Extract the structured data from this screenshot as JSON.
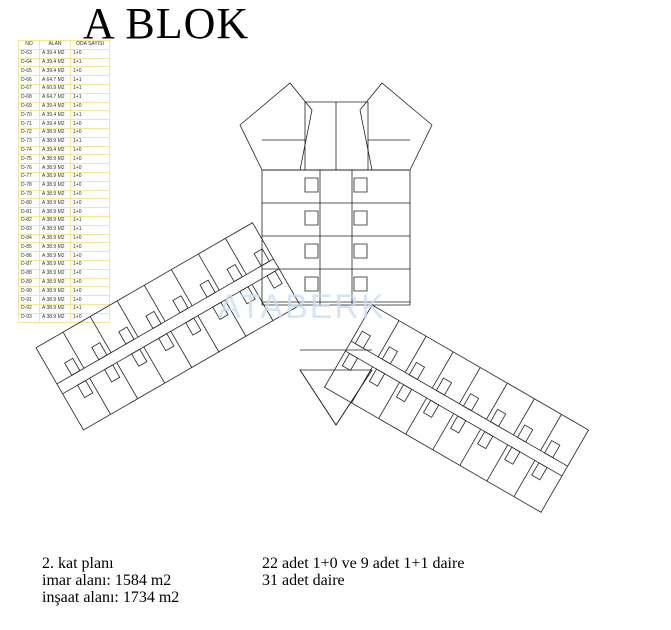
{
  "title": "A BLOK",
  "watermark": "ATABERK",
  "table": {
    "headers": [
      "NO",
      "ALAN",
      "ODA SAYISI"
    ],
    "rows": [
      [
        "D-63",
        "A 39.4 M2",
        "1+0"
      ],
      [
        "D-64",
        "A 39.4 M2",
        "1+1"
      ],
      [
        "D-65",
        "A 39.4 M2",
        "1+0"
      ],
      [
        "D-66",
        "A 64.7 M2",
        "1+1"
      ],
      [
        "D-67",
        "A 60.9 M2",
        "1+1"
      ],
      [
        "D-68",
        "A 64.7 M2",
        "1+1"
      ],
      [
        "D-69",
        "A 39.4 M2",
        "1+0"
      ],
      [
        "D-70",
        "A 39.4 M2",
        "1+1"
      ],
      [
        "D-71",
        "A 39.4 M2",
        "1+0"
      ],
      [
        "D-72",
        "A 38.9 M2",
        "1+0"
      ],
      [
        "D-73",
        "A 38.9 M2",
        "1+1"
      ],
      [
        "D-74",
        "A 39.4 M2",
        "1+0"
      ],
      [
        "D-75",
        "A 38.9 M2",
        "1+0"
      ],
      [
        "D-76",
        "A 38.9 M2",
        "1+0"
      ],
      [
        "D-77",
        "A 38.9 M2",
        "1+0"
      ],
      [
        "D-78",
        "A 38.9 M2",
        "1+0"
      ],
      [
        "D-79",
        "A 38.9 M2",
        "1+0"
      ],
      [
        "D-80",
        "A 38.9 M2",
        "1+0"
      ],
      [
        "D-81",
        "A 38.9 M2",
        "1+0"
      ],
      [
        "D-82",
        "A 38.9 M2",
        "1+1"
      ],
      [
        "D-83",
        "A 38.9 M2",
        "1+1"
      ],
      [
        "D-84",
        "A 38.9 M2",
        "1+0"
      ],
      [
        "D-85",
        "A 38.9 M2",
        "1+0"
      ],
      [
        "D-86",
        "A 38.9 M2",
        "1+0"
      ],
      [
        "D-87",
        "A 38.9 M2",
        "1+0"
      ],
      [
        "D-88",
        "A 38.9 M2",
        "1+0"
      ],
      [
        "D-89",
        "A 38.9 M2",
        "1+0"
      ],
      [
        "D-90",
        "A 38.9 M2",
        "1+0"
      ],
      [
        "D-91",
        "A 38.9 M2",
        "1+0"
      ],
      [
        "D-92",
        "A 38.9 M2",
        "1+1"
      ],
      [
        "D-93",
        "A 38.9 M2",
        "1+0"
      ]
    ]
  },
  "info_left": {
    "line1": "2. kat planı",
    "line2": "imar alanı: 1584 m2",
    "line3": "inşaat alanı: 1734 m2"
  },
  "info_right": {
    "line1": "22 adet 1+0 ve 9 adet 1+1 daire",
    "line2": "31 adet daire"
  },
  "colors": {
    "line": "#222222",
    "table_border": "#f0e6a0",
    "watermark": "#c9dcef"
  }
}
